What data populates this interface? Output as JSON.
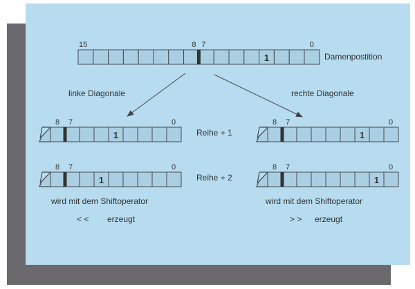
{
  "title_label": "Damenpostition",
  "top_register": {
    "bits": 16,
    "high_label": "15",
    "mid_left_label": "8",
    "mid_right_label": "7",
    "low_label": "0",
    "queen_bit": 3,
    "queen_text": "1"
  },
  "left": {
    "diagonal_label": "linke Diagonale",
    "rows": [
      {
        "queen_bit": 4,
        "queen_text": "1"
      },
      {
        "queen_bit": 5,
        "queen_text": "1"
      }
    ],
    "caption_line1": "wird mit dem Shiftoperator",
    "operator": "< <",
    "caption_line2": "erzeugt"
  },
  "right": {
    "diagonal_label": "rechte Diagonale",
    "rows": [
      {
        "queen_bit": 2,
        "queen_text": "1"
      },
      {
        "queen_bit": 1,
        "queen_text": "1"
      }
    ],
    "caption_line1": "wird mit dem Shiftoperator",
    "operator": "> >",
    "caption_line2": "erzeugt"
  },
  "row_labels": [
    "Reihe + 1",
    "Reihe + 2"
  ],
  "short_register_labels": {
    "mid_left": "8",
    "mid_right": "7",
    "low": "0"
  },
  "colors": {
    "panel": "#b7dbef",
    "shadow": "#6b696e",
    "cell": "#aacfe2",
    "line": "#454a50"
  }
}
